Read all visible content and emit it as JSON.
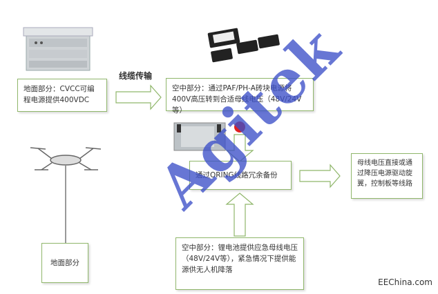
{
  "transmission_label": "线缆传输",
  "ground_box": "地面部分：CVCC可编程电源提供400VDC",
  "air_box_top": "空中部分：通过PAF/PH-A砖块电源将400V高压转到合适母线电压（48V/24V等）",
  "oring_box": "通过ORING线路冗余备份",
  "right_box": "母线电压直接或通过降压电源驱动旋翼，控制板等线路",
  "air_box_bottom": "空中部分：锂电池提供应急母线电压（48V/24V等），紧急情况下提供能源供无人机降落",
  "ground_small_box": "地面部分",
  "watermark": "Agitek",
  "credit": "EEChina.com"
}
